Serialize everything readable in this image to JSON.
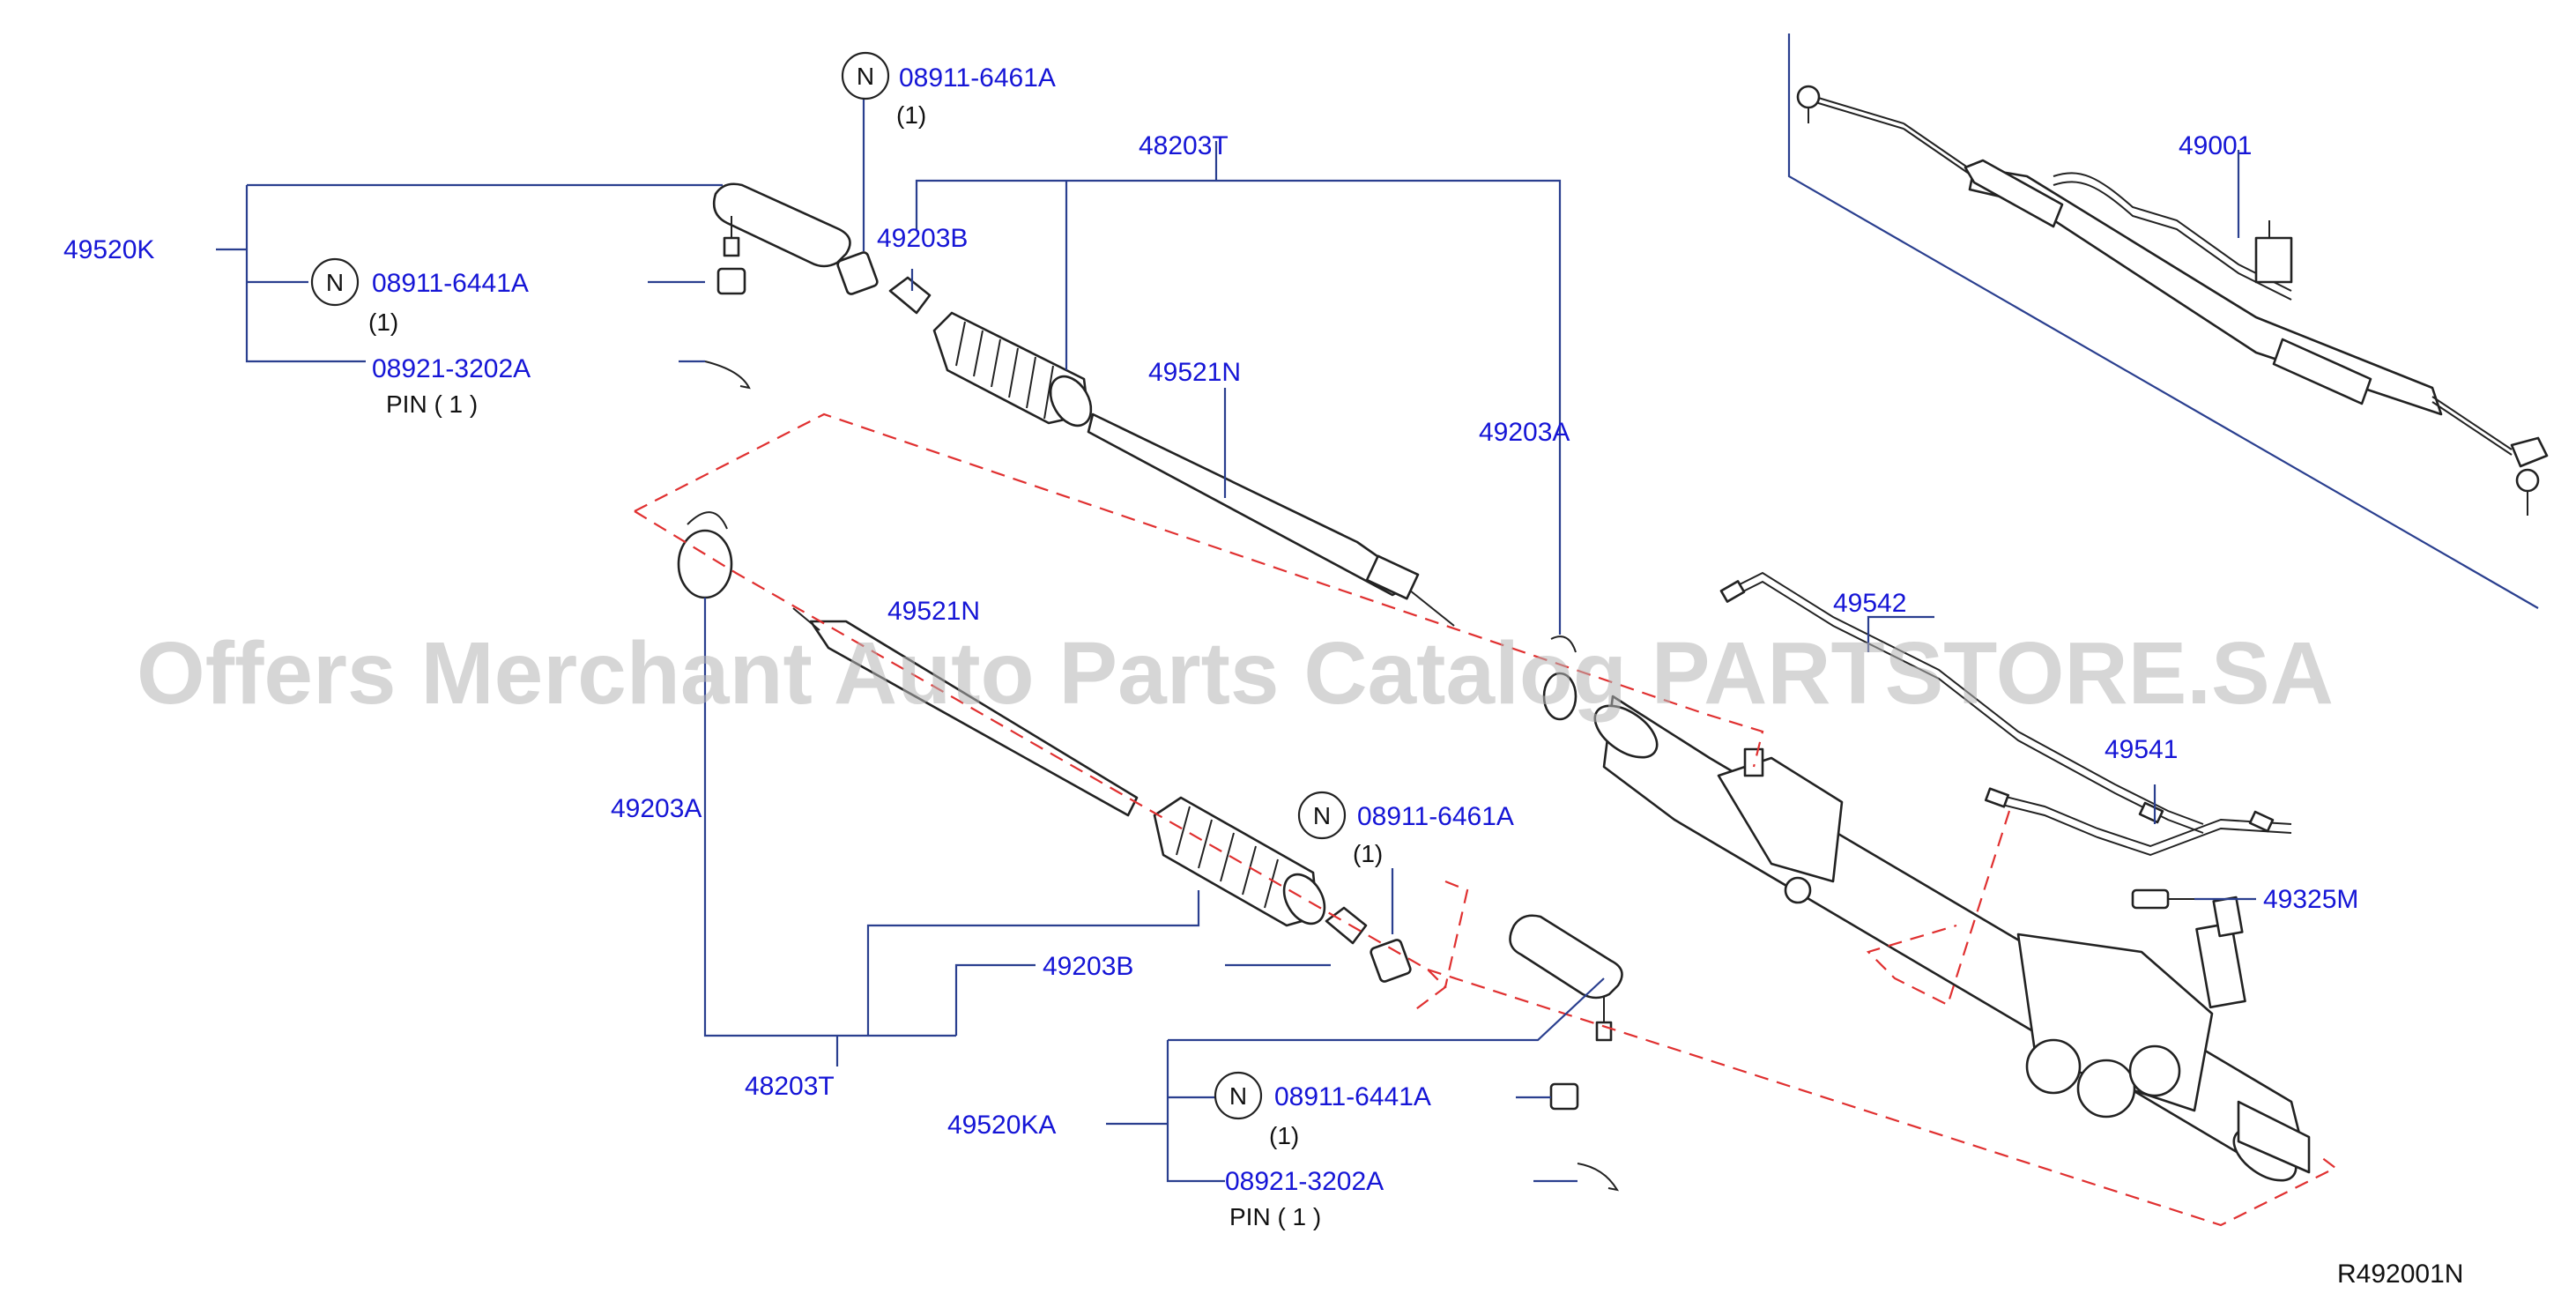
{
  "watermark": "Offers Merchant Auto Parts Catalog PARTSTORE.SA",
  "diagram_code": "R492001N",
  "callouts": {
    "c_08911_6461A_top": "08911-6461A",
    "c_08911_6461A_top_qty": "(1)",
    "c_48203T_top": "48203T",
    "c_49520K": "49520K",
    "c_49203B_top": "49203B",
    "c_08911_6441A_top": "08911-6441A",
    "c_08911_6441A_top_qty": "(1)",
    "c_08921_3202A_top": "08921-3202A",
    "c_pin_top": "PIN  ( 1 )",
    "c_49521N_top": "49521N",
    "c_49203A_right": "49203A",
    "c_49001": "49001",
    "c_49542": "49542",
    "c_49541": "49541",
    "c_49325M": "49325M",
    "c_49521N_mid": "49521N",
    "c_49203A_left": "49203A",
    "c_08911_6461A_mid": "08911-6461A",
    "c_08911_6461A_mid_qty": "(1)",
    "c_49203B_mid": "49203B",
    "c_48203T_bot": "48203T",
    "c_49520KA": "49520KA",
    "c_08911_6441A_bot": "08911-6441A",
    "c_08911_6441A_bot_qty": "(1)",
    "c_08921_3202A_bot": "08921-3202A",
    "c_pin_bot": "PIN  ( 1 )",
    "n_mark": "N"
  }
}
